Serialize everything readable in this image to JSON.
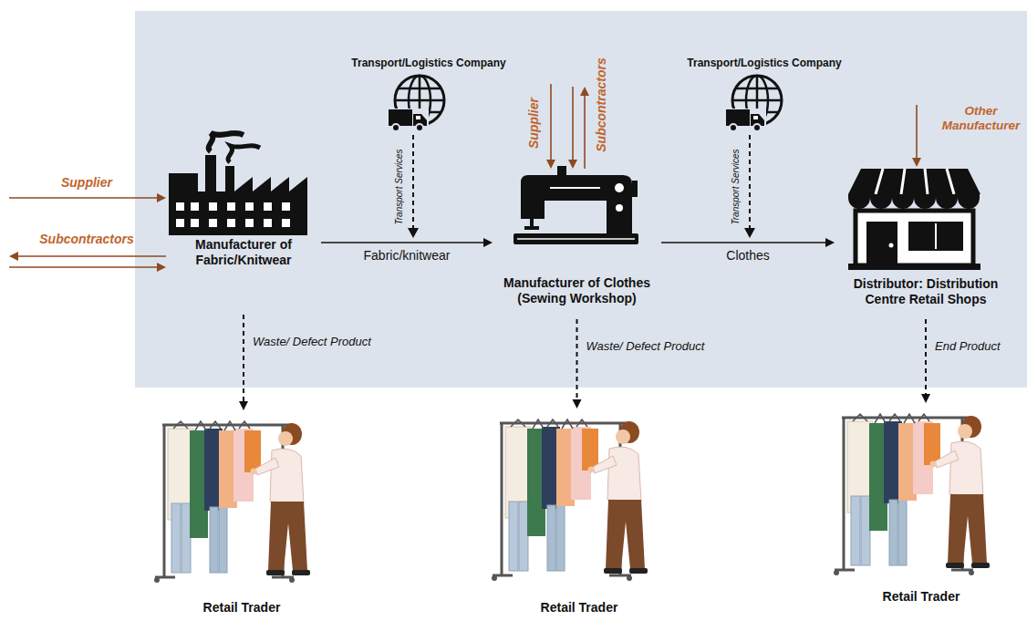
{
  "diagram": {
    "nodes": [
      {
        "text": [
          "Supplier"
        ]
      },
      {
        "text": [
          "Subcontractors"
        ]
      },
      {
        "text": [
          "Manufacturer of Fabric/Knitwear"
        ]
      },
      {
        "text": [
          "Transport/Logistics Company"
        ]
      },
      {
        "text": [
          "Supplier"
        ]
      },
      {
        "text": [
          "Subcontractors"
        ]
      },
      {
        "text": [
          "Manufacturer of Clothes (Sewing Workshop)"
        ]
      },
      {
        "text": [
          "Transport/Logistics Company"
        ]
      },
      {
        "text": [
          "Other Manufacturer"
        ]
      },
      {
        "text": [
          "Distributor: Distribution Centre Retail Shops"
        ]
      },
      {
        "text": [
          "Retail Trader"
        ]
      },
      {
        "text": [
          "Retail Trader"
        ]
      },
      {
        "text": [
          "Retail Trader"
        ]
      }
    ],
    "edges": [
      {
        "from": 0,
        "to": 2,
        "arrow": "to"
      },
      {
        "from": 2,
        "to": 1,
        "arrow": "to"
      },
      {
        "from": 1,
        "to": 2,
        "arrow": "to"
      },
      {
        "from": 2,
        "to": 6,
        "label": "Fabric/knitwear",
        "arrow": "to"
      },
      {
        "from": 4,
        "to": 6,
        "arrow": "to"
      },
      {
        "from": 6,
        "to": 5,
        "arrow": "to"
      },
      {
        "from": 5,
        "to": 6,
        "arrow": "to"
      },
      {
        "from": 6,
        "to": 9,
        "label": "Clothes",
        "arrow": "to"
      },
      {
        "from": 8,
        "to": 9,
        "arrow": "to"
      },
      {
        "from": 2,
        "to": 10,
        "label": "Waste/ Defect Product",
        "arrow": "to"
      },
      {
        "from": 6,
        "to": 11,
        "label": "Waste/ Defect Product",
        "arrow": "to"
      },
      {
        "from": 9,
        "to": 12,
        "label": "End Product",
        "arrow": "to"
      }
    ],
    "labels": [
      "Transport Services",
      "Transport Services"
    ]
  }
}
